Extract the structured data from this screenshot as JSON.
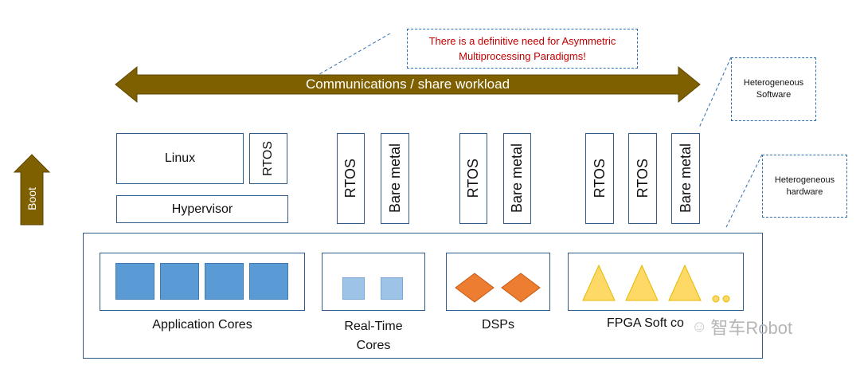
{
  "callouts": {
    "asymmetric": "There is a definitive need for Asymmetric Multiprocessing Paradigms!",
    "software": "Heterogeneous Software",
    "hardware": "Heterogeneous hardware"
  },
  "arrows": {
    "communications": "Communications / share workload",
    "boot": "Boot"
  },
  "software_stack": {
    "linux": "Linux",
    "rtos_small": "RTOS",
    "hypervisor": "Hypervisor",
    "rt_rtos": "RTOS",
    "rt_bare": "Bare metal",
    "dsp_rtos": "RTOS",
    "dsp_bare": "Bare metal",
    "fpga_rtos_1": "RTOS",
    "fpga_rtos_2": "RTOS",
    "fpga_bare": "Bare metal"
  },
  "hardware": {
    "app_cores": "Application Cores",
    "rt_cores_line1": "Real-Time",
    "rt_cores_line2": "Cores",
    "dsps": "DSPs",
    "fpga": "FPGA Soft co"
  },
  "colors": {
    "arrow_fill": "#7f6000",
    "callout_red_text": "#c00000",
    "blue_core": "#5b9bd5",
    "light_blue_core": "#9dc3e6",
    "dsp_orange": "#ed7d31",
    "fpga_yellow": "#ffd966"
  },
  "watermark": "智车Robot"
}
